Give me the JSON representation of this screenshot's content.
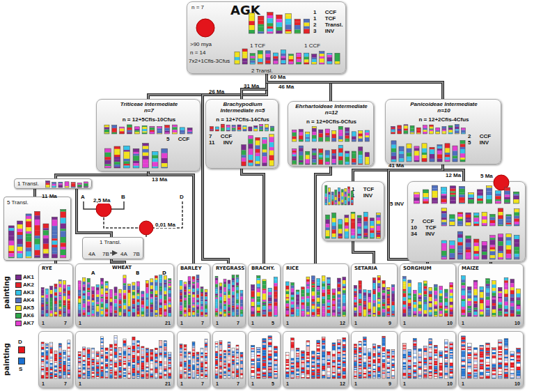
{
  "diagram": {
    "nodes": [
      {
        "text": [
          "n = 7",
          "AGK",
          ">90 mya",
          "1 CCF 1 TCF 2 Transl. 3 INV",
          "n = 14",
          "7x2+1Cfis-3Cfus",
          "1 TCF",
          "1 CCF",
          "2 Transl."
        ]
      },
      {
        "text": [
          "Triticeae Intermediate n=7",
          "n = 12+5Cfis-10Cfus",
          "5 CCF"
        ]
      },
      {
        "text": [
          "Brachypodium Intermediate n=5",
          "n = 12+7Cfis-14Cfus",
          "7 CCF 11 INV"
        ]
      },
      {
        "text": [
          "Ehrhartoideae Intermediate n=12",
          "n = 12+0Cfis-0Cfus"
        ]
      },
      {
        "text": [
          "Panicoideae Intermediate n=10",
          "n = 12+2Cfis-4Cfus",
          "2 CCF 5 INV"
        ]
      },
      {
        "text": [
          "1 Transl."
        ]
      },
      {
        "text": [
          "5 Transl."
        ]
      },
      {
        "text": [
          "1 Transl.",
          "4A",
          "7B",
          "4A",
          "7B"
        ]
      },
      {
        "text": [
          "1 TCF 1 INV"
        ]
      },
      {
        "text": [
          "7 CCF 10 TCF 34 INV"
        ]
      },
      {
        "text": [
          "RYE",
          "1",
          "7"
        ]
      },
      {
        "text": [
          "WHEAT",
          "A",
          "B",
          "D",
          "1",
          "21"
        ]
      },
      {
        "text": [
          "BARLEY",
          "1",
          "7"
        ]
      },
      {
        "text": [
          "RYEGRASS",
          "1",
          "7"
        ]
      },
      {
        "text": [
          "BRACHY.",
          "1",
          "5"
        ]
      },
      {
        "text": [
          "RICE",
          "1",
          "12"
        ]
      },
      {
        "text": [
          "SETARIA",
          "1",
          "9"
        ]
      },
      {
        "text": [
          "SORGHUM",
          "1",
          "10"
        ]
      },
      {
        "text": [
          "MAIZE",
          "1",
          "10"
        ]
      },
      {
        "text": [
          "1",
          "7"
        ]
      },
      {
        "text": [
          "1",
          "21"
        ]
      },
      {
        "text": [
          "1",
          "7"
        ]
      },
      {
        "text": [
          "1",
          "7"
        ]
      },
      {
        "text": [
          "1",
          "5"
        ]
      },
      {
        "text": [
          "1",
          "12"
        ]
      },
      {
        "text": [
          "1",
          "9"
        ]
      },
      {
        "text": [
          "1",
          "10"
        ]
      },
      {
        "text": [
          "1",
          "10"
        ]
      }
    ],
    "edges": [
      {
        "from": 0,
        "to": 1,
        "arrow": "none"
      },
      {
        "from": 0,
        "to": 13,
        "arrow": "none"
      },
      {
        "from": 0,
        "to": 2,
        "arrow": "none"
      },
      {
        "from": 0,
        "to": 3,
        "arrow": "none"
      },
      {
        "from": 0,
        "to": 4,
        "arrow": "none"
      },
      {
        "from": 1,
        "to": 5,
        "arrow": "none"
      },
      {
        "from": 5,
        "to": 6,
        "arrow": "none"
      },
      {
        "from": 1,
        "to": 12,
        "arrow": "none"
      },
      {
        "from": 5,
        "to": 7,
        "arrow": "none"
      },
      {
        "from": 7,
        "to": 11,
        "arrow": "none"
      },
      {
        "from": 6,
        "to": 10,
        "arrow": "none"
      },
      {
        "from": 2,
        "to": 14,
        "arrow": "none"
      },
      {
        "from": 3,
        "to": 15,
        "arrow": "none"
      },
      {
        "from": 4,
        "to": 8,
        "arrow": "none"
      },
      {
        "from": 4,
        "to": 9,
        "arrow": "none"
      },
      {
        "from": 4,
        "to": 17,
        "arrow": "none"
      },
      {
        "from": 8,
        "to": 16,
        "arrow": "none"
      },
      {
        "from": 9,
        "to": 18,
        "arrow": "none"
      }
    ],
    "labels": [
      "60 Ma",
      "46 Ma",
      "31 Ma",
      "26 Ma",
      "13 Ma",
      "11 Ma",
      "2,5 Ma",
      "0,01 Ma",
      "A",
      "B",
      "D",
      "41 Ma",
      "12 Ma",
      "5 Ma",
      "5 INV",
      "painting",
      "painting"
    ],
    "legend": [
      {
        "text": "AK1",
        "color": "#7a2b8e"
      },
      {
        "text": "AK2",
        "color": "#e52329"
      },
      {
        "text": "AK3",
        "color": "#34c3e8"
      },
      {
        "text": "AK4",
        "color": "#4f6fbf"
      },
      {
        "text": "AK5",
        "color": "#f2e21b"
      },
      {
        "text": "AK6",
        "color": "#2ea84b"
      },
      {
        "text": "AK7",
        "color": "#e23fd0"
      },
      {
        "text": "D",
        "color": "#e8141b"
      },
      {
        "text": "S",
        "color": "#1a6fd0"
      }
    ]
  }
}
